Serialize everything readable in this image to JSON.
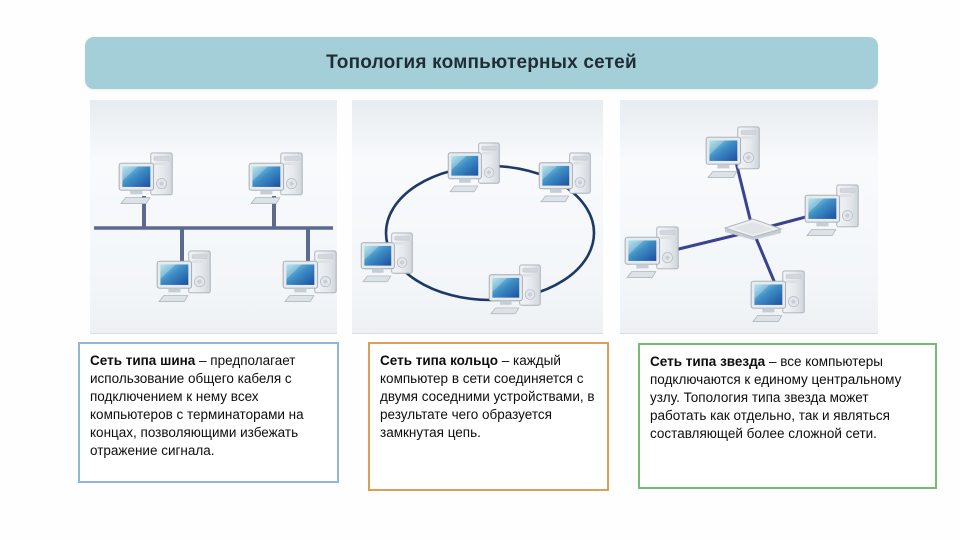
{
  "header": {
    "title": "Топология компьютерных сетей",
    "bg_color": "#a4ced8",
    "text_color": "#1f2e36"
  },
  "diagrams": [
    {
      "name": "bus",
      "line_color": "#5c6a8c"
    },
    {
      "name": "ring",
      "line_color": "#1d3a66"
    },
    {
      "name": "star",
      "line_color": "#3c4290"
    }
  ],
  "descriptions": [
    {
      "term": "Сеть типа шина",
      "text": " – предполагает использование общего кабеля с подключением к нему всех компьютеров с терминаторами на концах, позволяющими избежать отражение сигнала.",
      "border_color": "#8fb8d8"
    },
    {
      "term": "Сеть типа кольцо",
      "text": " – каждый компьютер в сети соединяется с двумя соседними устройствами, в результате чего образуется замкнутая цепь.",
      "border_color": "#dc9f5a"
    },
    {
      "term": "Сеть типа звезда",
      "text": " – все компьютеры подключаются к единому центральному узлу. Топология типа звезда может работать как отдельно, так и являться составляющей более сложной сети.",
      "border_color": "#76ba76"
    }
  ],
  "icons": {
    "computer": "desktop-computer-icon",
    "hub": "network-hub-icon"
  }
}
